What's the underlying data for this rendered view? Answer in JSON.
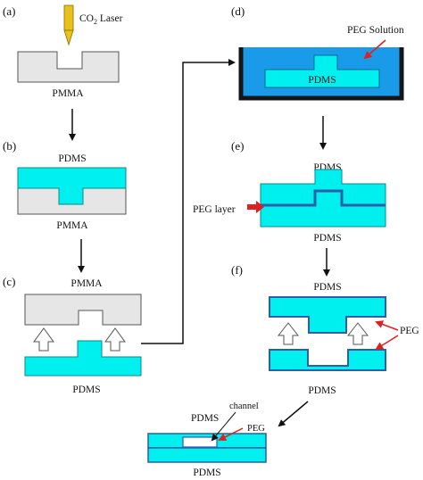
{
  "panels": {
    "a": "(a)",
    "b": "(b)",
    "c": "(c)",
    "d": "(d)",
    "e": "(e)",
    "f": "(f)"
  },
  "labels": {
    "laser_main": "CO",
    "laser_sub": "2",
    "laser_rest": " Laser",
    "pmma_a": "PMMA",
    "pdms_b": "PDMS",
    "pmma_b": "PMMA",
    "pmma_c": "PMMA",
    "pdms_c": "PDMS",
    "peg_solution": "PEG Solution",
    "pdms_d": "PDMS",
    "pdms_e_top": "PDMS",
    "peg_layer": "PEG layer",
    "pdms_e_bottom": "PDMS",
    "pdms_f_top": "PDMS",
    "peg_f": "PEG",
    "pdms_f_bottom": "PDMS",
    "pdms_final_top": "PDMS",
    "channel": "channel",
    "peg_final": "PEG",
    "pdms_final_bottom": "PDMS"
  },
  "colors": {
    "pdms": "#00f0f0",
    "pmma": "#e6e6e6",
    "peg_solution": "#1a9bea",
    "peg_layer": "#2c5fa8",
    "container": "#151515",
    "arrow": "#111111",
    "pointer_red": "#e02020"
  },
  "icons": {
    "laser": "laser-nozzle-icon",
    "lift_arrow": "hollow-up-arrow-icon",
    "pointer": "red-arrow-icon"
  }
}
